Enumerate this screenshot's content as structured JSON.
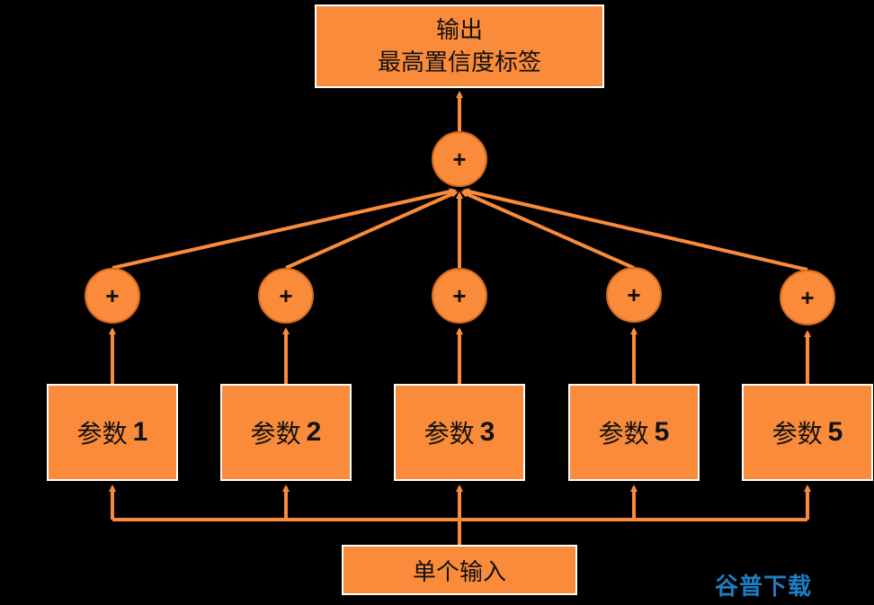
{
  "colors": {
    "background": "#000000",
    "node": "#F98B3A",
    "edge": "#F98B3A"
  },
  "output": {
    "line1": "输出",
    "line2": "最高置信度标签"
  },
  "combiner_symbol": "+",
  "params": [
    {
      "label": "参数",
      "num": "1"
    },
    {
      "label": "参数",
      "num": "2"
    },
    {
      "label": "参数",
      "num": "3"
    },
    {
      "label": "参数",
      "num": "5"
    },
    {
      "label": "参数",
      "num": "5"
    }
  ],
  "input": {
    "label": "单个输入"
  },
  "watermark": "谷普下载"
}
